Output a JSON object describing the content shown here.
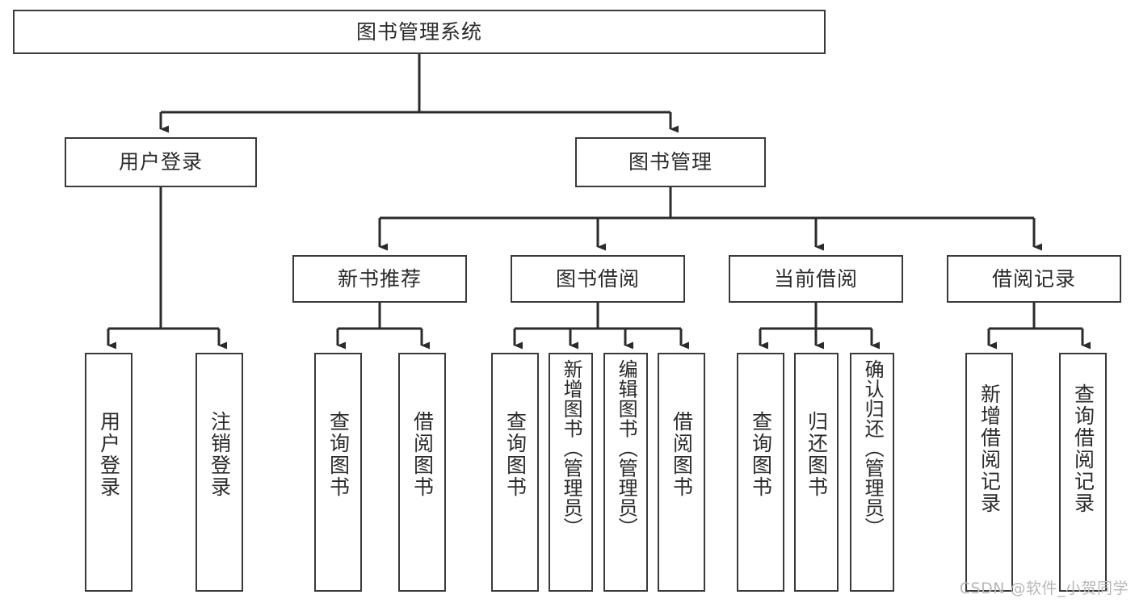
{
  "diagram": {
    "title": "图书管理系统",
    "watermark": "CSDN @软件_小贺同学",
    "colors": {
      "box_border": "#3a3a3a",
      "box_fill": "#ffffff",
      "edge": "#2b2b2b",
      "text": "#2b2b2b",
      "watermark": "#b7b7b7",
      "background": "#ffffff"
    },
    "root": {
      "label": "图书管理系统"
    },
    "level2": [
      {
        "label": "用户登录"
      },
      {
        "label": "图书管理"
      }
    ],
    "level3": [
      {
        "label": "新书推荐"
      },
      {
        "label": "图书借阅"
      },
      {
        "label": "当前借阅"
      },
      {
        "label": "借阅记录"
      }
    ],
    "leaves": {
      "user_login": [
        {
          "label": "用户登录"
        },
        {
          "label": "注销登录"
        }
      ],
      "new_book_recommend": [
        {
          "label": "查询图书"
        },
        {
          "label": "借阅图书"
        }
      ],
      "book_borrow": [
        {
          "label": "查询图书"
        },
        {
          "label": "新增图书（管理员）"
        },
        {
          "label": "编辑图书（管理员）"
        },
        {
          "label": "借阅图书"
        }
      ],
      "current_borrow": [
        {
          "label": "查询图书"
        },
        {
          "label": "归还图书"
        },
        {
          "label": "确认归还（管理员）"
        }
      ],
      "borrow_record": [
        {
          "label": "新增借阅记录"
        },
        {
          "label": "查询借阅记录"
        }
      ]
    }
  }
}
